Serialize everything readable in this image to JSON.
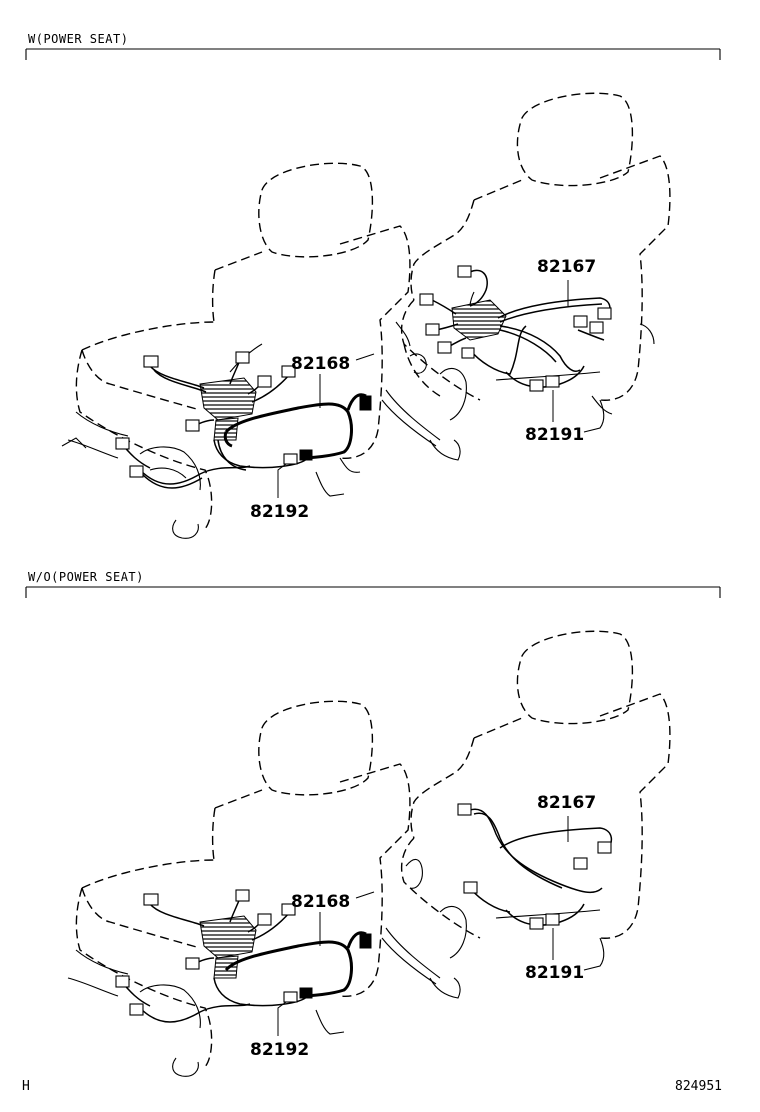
{
  "sections": [
    {
      "id": "with_power_seat",
      "label": "W(POWER SEAT)",
      "parts": {
        "a": "82167",
        "b": "82191",
        "c": "82168",
        "d": "82192"
      }
    },
    {
      "id": "without_power_seat",
      "label": "W/O(POWER SEAT)",
      "parts": {
        "a": "82167",
        "b": "82191",
        "c": "82168",
        "d": "82192"
      }
    }
  ],
  "footer": {
    "left": "H",
    "right": "824951"
  }
}
